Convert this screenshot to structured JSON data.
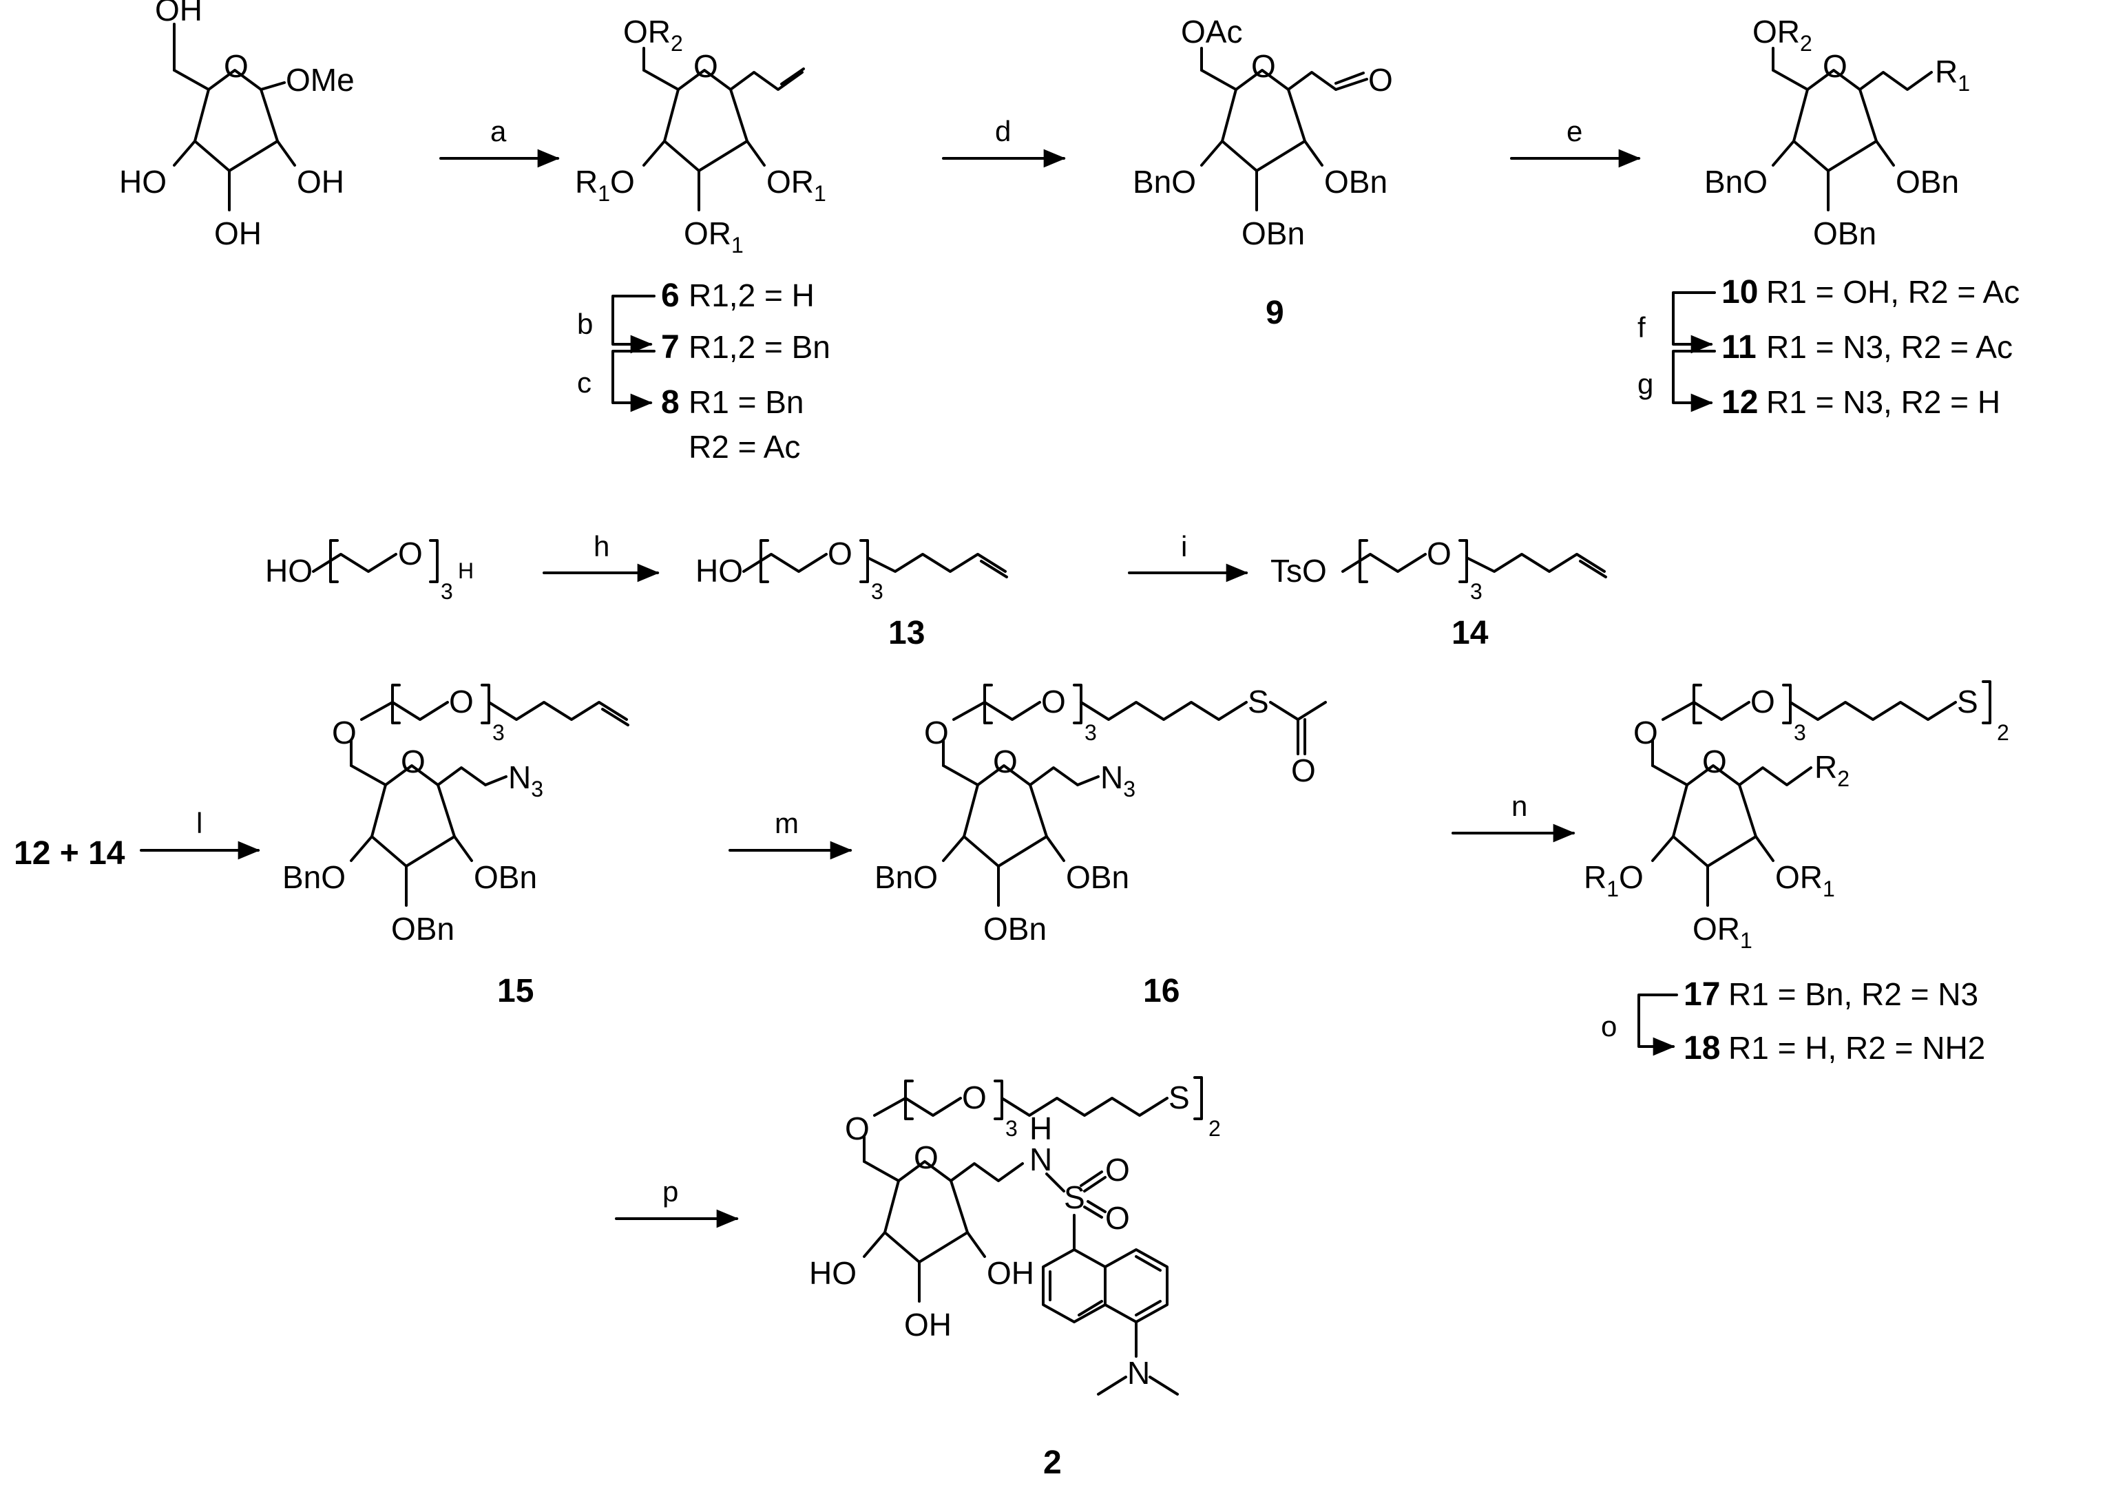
{
  "scheme": {
    "compounds": {
      "c6": {
        "num": "6",
        "desc": "R1,2 = H"
      },
      "c7": {
        "num": "7",
        "desc": "R1,2 = Bn"
      },
      "c8": {
        "num": "8",
        "desc": "R1 = Bn",
        "desc2": "R2 = Ac"
      },
      "c9": {
        "num": "9"
      },
      "c10": {
        "num": "10",
        "desc": "R1 = OH, R2 = Ac"
      },
      "c11": {
        "num": "11",
        "desc": "R1 = N3, R2 = Ac"
      },
      "c12": {
        "num": "12",
        "desc": "R1 = N3, R2 = H"
      },
      "c13": {
        "num": "13"
      },
      "c14": {
        "num": "14"
      },
      "c15": {
        "num": "15"
      },
      "c16": {
        "num": "16"
      },
      "c17": {
        "num": "17",
        "desc": "R1 = Bn, R2 = N3"
      },
      "c18": {
        "num": "18",
        "desc": "R1 = H, R2 = NH2"
      },
      "c2": {
        "num": "2"
      }
    },
    "start_mix": "12 + 14",
    "steps": [
      "a",
      "b",
      "c",
      "d",
      "e",
      "f",
      "g",
      "h",
      "i",
      "l",
      "m",
      "n",
      "o",
      "p"
    ],
    "atoms": {
      "OH": "OH",
      "HO": "HO",
      "O": "O",
      "OMe": "OMe",
      "OAc": "OAc",
      "OBn": "OBn",
      "BnO": "BnO",
      "OR1": "OR",
      "R1O": "R",
      "OR2": "OR",
      "R1": "R",
      "R2": "R",
      "N3": "N",
      "S": "S",
      "NH": "H",
      "N": "N",
      "TsO": "TsO",
      "H": "H",
      "three": "3",
      "two": "2"
    }
  }
}
